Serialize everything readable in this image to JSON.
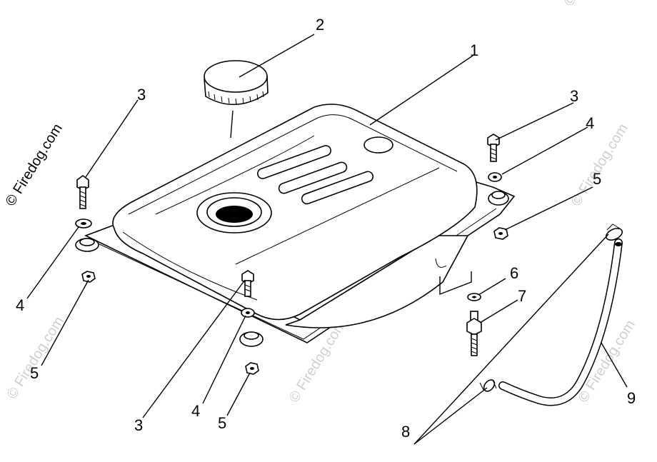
{
  "watermark": {
    "text": "© Firedog.com",
    "color": "#000000",
    "faint_color": "#cfcfcf"
  },
  "callouts": {
    "tank": "1",
    "cap": "2",
    "bolt_left": "3",
    "bolt_right": "3",
    "bolt_front": "3",
    "washer_left": "4",
    "washer_right": "4",
    "washer_front": "4",
    "nut_left": "5",
    "nut_right": "5",
    "nut_front": "5",
    "washer_small": "6",
    "fuel_valve": "7",
    "clamp": "8",
    "fuel_line": "9"
  }
}
